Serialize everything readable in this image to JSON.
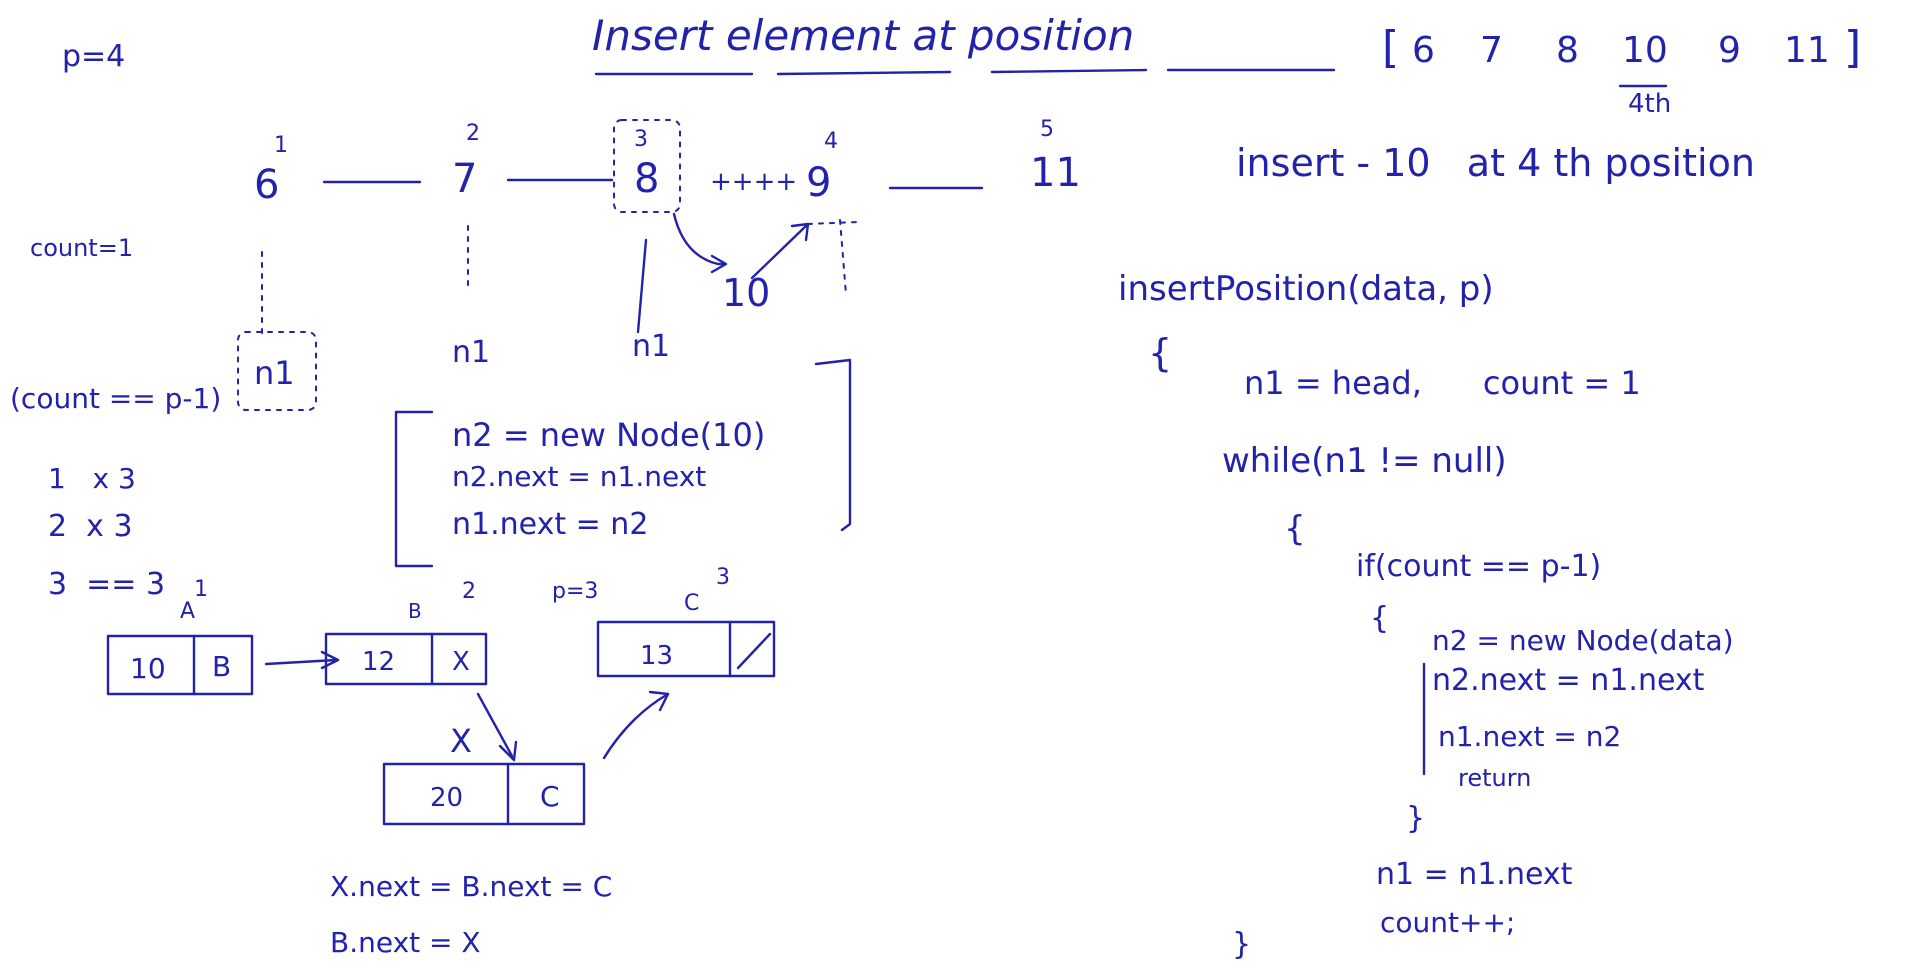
{
  "page": {
    "ink_color": "#2222aa",
    "background": "#ffffff"
  },
  "header": {
    "title": "Insert element at position",
    "p_value": "p=4"
  },
  "array": {
    "open": "[",
    "values": [
      "6",
      "7",
      "8",
      "10",
      "9",
      "11"
    ],
    "close": "]",
    "position_note": "4th"
  },
  "instruction": {
    "text": "insert - 10   at 4 th position"
  },
  "list": {
    "nodes": [
      "6",
      "7",
      "8",
      "9",
      "11"
    ],
    "indices": [
      "1",
      "2",
      "3",
      "4",
      "5"
    ],
    "cut_mark": "++++",
    "new_node": "10",
    "pointer_labels": [
      "n1",
      "n1",
      "n1"
    ]
  },
  "left_notes": {
    "count": "count=1",
    "condition": "(count == p-1)",
    "trace": [
      "1   x 3",
      "2  x 3",
      "3  == 3"
    ]
  },
  "bracket_code": {
    "lines": [
      "n2 = new Node(10)",
      "n2.next = n1.next",
      "n1.next = n2"
    ]
  },
  "mini_diagram": {
    "p_label": "p=3",
    "node_labels": [
      "A",
      "B",
      "C"
    ],
    "node_indices": [
      "1",
      "2",
      "3"
    ],
    "boxes": [
      {
        "value": "10",
        "ptr": "B"
      },
      {
        "value": "12",
        "ptr": "X"
      },
      {
        "value": "13",
        "ptr": "/"
      },
      {
        "value": "20",
        "ptr": "C"
      }
    ],
    "x_mark": "X",
    "eq1": "X.next = B.next = C",
    "eq2": "B.next = X"
  },
  "code": {
    "signature": "insertPosition(data, p)",
    "open_brace": "{",
    "init": "n1 = head,      count = 1",
    "while": "while(n1 != null)",
    "while_open": "{",
    "if": "if(count == p-1)",
    "if_open": "{",
    "body": [
      "n2 = new Node(data)",
      "n2.next = n1.next",
      "n1.next = n2",
      "return"
    ],
    "if_close": "}",
    "advance": "n1 = n1.next",
    "incr": "count++;",
    "close_brace": "}"
  }
}
